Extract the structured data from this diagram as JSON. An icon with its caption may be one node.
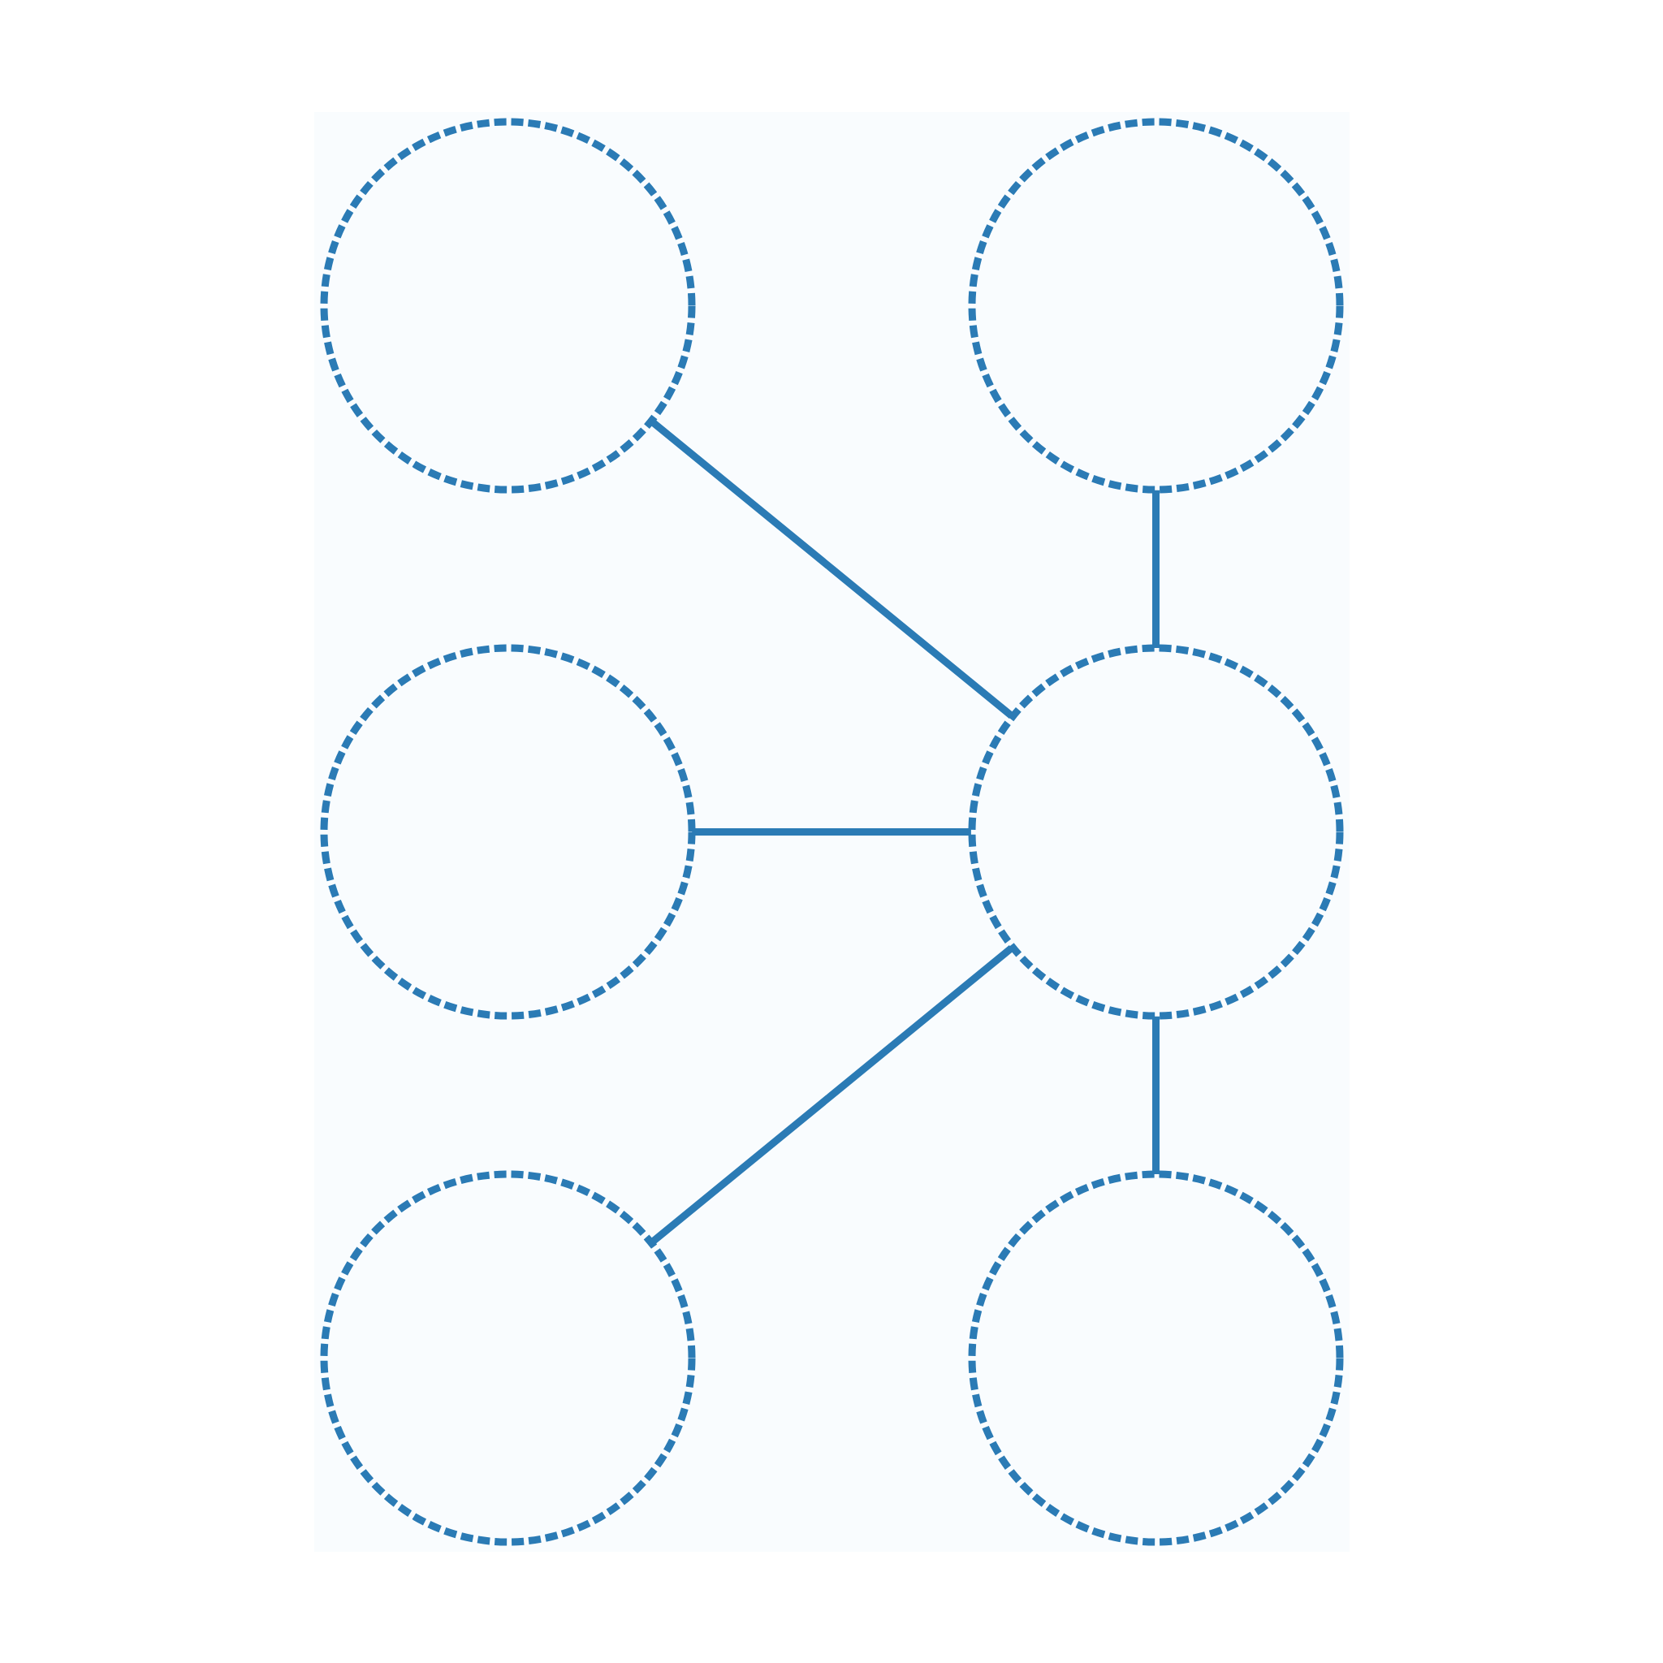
{
  "diagram": {
    "nodes": [
      {
        "text": [],
        "shape": "circle"
      },
      {
        "text": [],
        "shape": "circle"
      },
      {
        "text": [],
        "shape": "circle"
      },
      {
        "text": [],
        "shape": "circle"
      },
      {
        "text": [],
        "shape": "circle"
      },
      {
        "text": [],
        "shape": "circle"
      }
    ],
    "edges": [
      {
        "from": 0,
        "to": 3,
        "arrow": "none"
      },
      {
        "from": 1,
        "to": 3,
        "arrow": "none"
      },
      {
        "from": 2,
        "to": 3,
        "arrow": "none"
      },
      {
        "from": 4,
        "to": 3,
        "arrow": "none"
      },
      {
        "from": 3,
        "to": 5,
        "arrow": "none"
      }
    ]
  }
}
